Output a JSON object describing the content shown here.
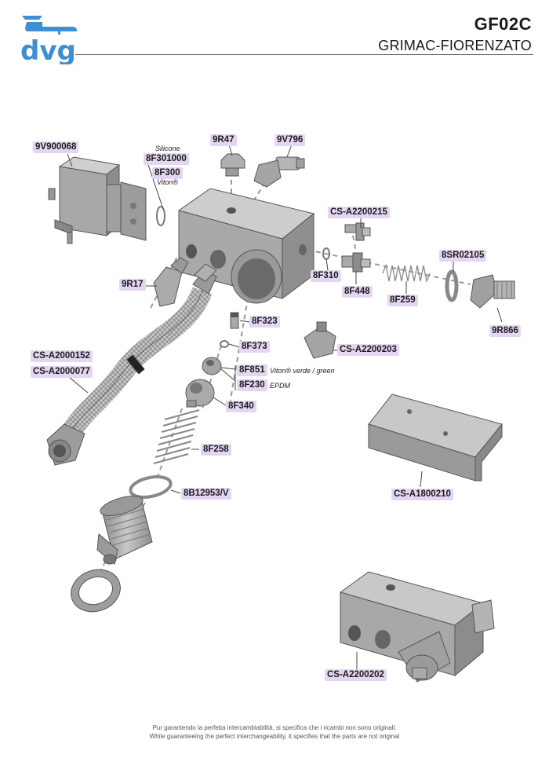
{
  "header": {
    "brand": "dvg",
    "model_code": "GF02C",
    "manufacturer": "GRIMAC-FIORENZATO"
  },
  "labels": {
    "p_9V900068": "9V900068",
    "p_8F301000": "8F301000",
    "p_8F300": "8F300",
    "p_9R47": "9R47",
    "p_9V796": "9V796",
    "p_CSA2200215": "CS-A2200215",
    "p_8SR02105": "8SR02105",
    "p_9R17": "9R17",
    "p_8F310": "8F310",
    "p_8F448": "8F448",
    "p_8F259": "8F259",
    "p_9R866": "9R866",
    "p_8F323": "8F323",
    "p_8F373": "8F373",
    "p_CSA2200203": "CS-A2200203",
    "p_CSA2000152": "CS-A2000152",
    "p_CSA2000077": "CS-A2000077",
    "p_8F851": "8F851",
    "p_8F230": "8F230",
    "p_8F340": "8F340",
    "p_8F258": "8F258",
    "p_8B12953V": "8B12953/V",
    "p_CSA1800210": "CS-A1800210",
    "p_CSA2200202": "CS-A2200202"
  },
  "notes": {
    "silicone": "Silicone",
    "viton": "Viton®",
    "viton_green": "Viton® verde / green",
    "epdm": "EPDM"
  },
  "footer": {
    "italian": "Pur garantendo la perfetta intercambiabilità, si specifica che i ricambi non sono originali.",
    "english": "While guaranteeing the perfect interchangeability, it specifies that the parts are not original"
  },
  "colors": {
    "brand_blue": "#3d8fd1",
    "label_bg": "#e4d6f2",
    "part_gray": "#9a9a9a"
  }
}
